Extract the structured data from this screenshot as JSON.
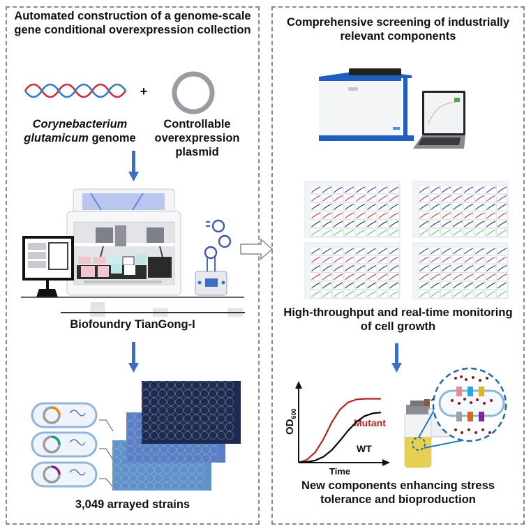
{
  "left_panel": {
    "title": "Automated construction of a genome-scale gene conditional overexpression collection",
    "genome_label_italic": "Corynebacterium glutamicum",
    "genome_label_rest": " genome",
    "plus": "+",
    "plasmid_label": "Controllable overexpression plasmid",
    "biofoundry_label": "Biofoundry TianGong-I",
    "strains_label": "3,049 arrayed strains",
    "plasmid_segment_colors": [
      "#e08a1e",
      "#1a9a86",
      "#8e1a8e"
    ]
  },
  "right_panel": {
    "title": "Comprehensive screening of industrially relevant components",
    "monitoring_label": "High-throughput and real-time monitoring of cell growth",
    "result_label": "New components enhancing stress tolerance and bioproduction",
    "growth_curve_colors": [
      "#3a3f8f",
      "#c0447a",
      "#3a3f8f",
      "#c8463a",
      "#2f4a38",
      "#5fcf5a"
    ],
    "transporter_colors_top": [
      "#e88a8a",
      "#2aa7e0",
      "#e0b42a"
    ],
    "transporter_colors_bottom": [
      "#a0a0a0",
      "#d2691e",
      "#7a2a9a"
    ]
  },
  "chart_data": {
    "type": "line",
    "title": "",
    "xlabel": "Time",
    "ylabel": "OD600",
    "ylabel_main": "OD",
    "ylabel_sub": "600",
    "grid": false,
    "legend": "inline",
    "x": [
      0,
      1,
      2,
      3,
      4,
      5,
      6,
      7,
      8,
      9,
      10
    ],
    "xlim": [
      0,
      10
    ],
    "ylim": [
      0,
      1
    ],
    "series": [
      {
        "name": "Mutant",
        "color": "#b5221b",
        "values": [
          0.0,
          0.04,
          0.14,
          0.32,
          0.55,
          0.73,
          0.83,
          0.87,
          0.88,
          0.88,
          0.88
        ]
      },
      {
        "name": "WT",
        "color": "#000000",
        "values": [
          0.0,
          0.01,
          0.03,
          0.08,
          0.17,
          0.3,
          0.44,
          0.56,
          0.64,
          0.68,
          0.69
        ]
      }
    ]
  }
}
